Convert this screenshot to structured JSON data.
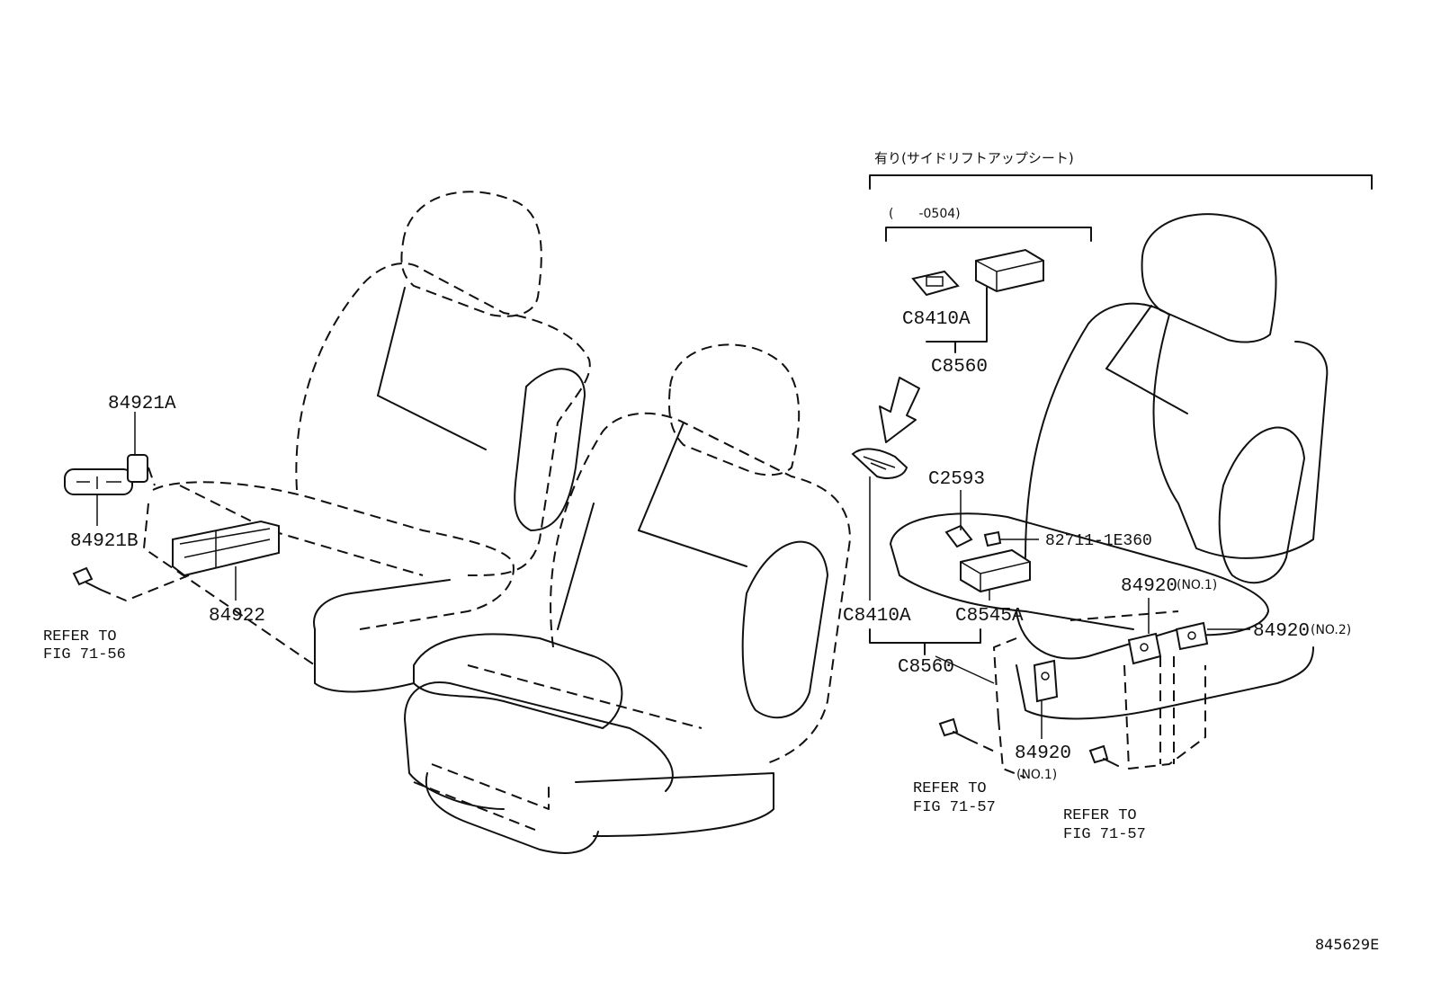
{
  "header": {
    "option_label": "有り(サイドリフトアップシート)",
    "range_label": "(　　-0504)"
  },
  "parts": {
    "p84921A": "84921A",
    "p84921B": "84921B",
    "p84922": "84922",
    "c8410a_top": "C8410A",
    "c8560_top": "C8560",
    "c2593": "C2593",
    "p82711": "82711-1E360",
    "c8410a": "C8410A",
    "c8545a": "C8545A",
    "c8560": "C8560",
    "p84920_a": "84920",
    "p84920_a_note": "(NO.1)",
    "p84920_b": "84920",
    "p84920_b_note": "(NO.2)",
    "p84920_c": "84920",
    "p84920_c_note": "(NO.1)"
  },
  "references": {
    "left_line1": "REFER TO",
    "left_line2": "FIG 71-56",
    "mid_line1": "REFER TO",
    "mid_line2": "FIG 71-57",
    "right_line1": "REFER TO",
    "right_line2": "FIG 71-57"
  },
  "footer": {
    "diagram_id": "845629E"
  }
}
